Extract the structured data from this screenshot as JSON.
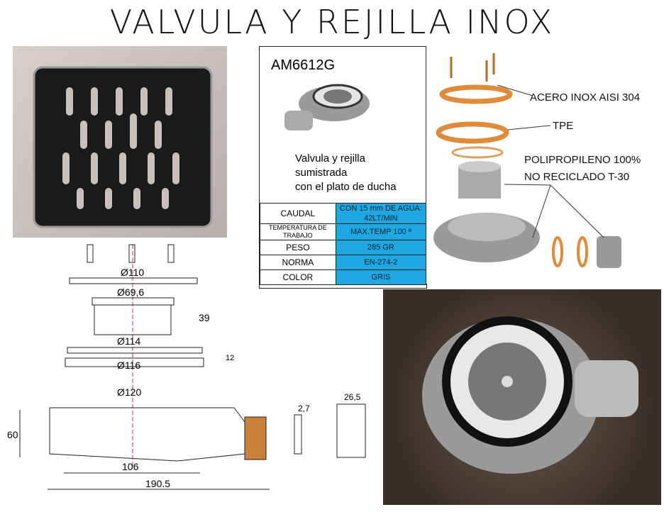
{
  "title": "VALVULA Y REJILLA INOX",
  "spec": {
    "code": "AM6612G",
    "description": [
      "Valvula y rejilla",
      "sumistrada",
      "con el plato de ducha"
    ],
    "rows": [
      {
        "label": "CAUDAL",
        "value": "CON 15 mm DE AGUA: 42LT/MIN"
      },
      {
        "label": "TEMPERATURA DE TRABAJO",
        "value": "MAX.TEMP 100 º"
      },
      {
        "label": "PESO",
        "value": "285 GR"
      },
      {
        "label": "NORMA",
        "value": "EN-274-2"
      },
      {
        "label": "COLOR",
        "value": "GRIS"
      }
    ]
  },
  "exploded": {
    "labels": [
      "ACERO INOX AISI 304",
      "TPE",
      "POLIPROPILENO 100%",
      "NO RECICLADO T-30"
    ]
  },
  "drawing": {
    "dims": [
      "Ø110",
      "Ø69,6",
      "39",
      "Ø114",
      "12",
      "Ø116",
      "Ø120",
      "60",
      "106",
      "190.5",
      "2,7",
      "26,5"
    ]
  },
  "colors": {
    "table_value_bg": "#1ea7e0"
  }
}
